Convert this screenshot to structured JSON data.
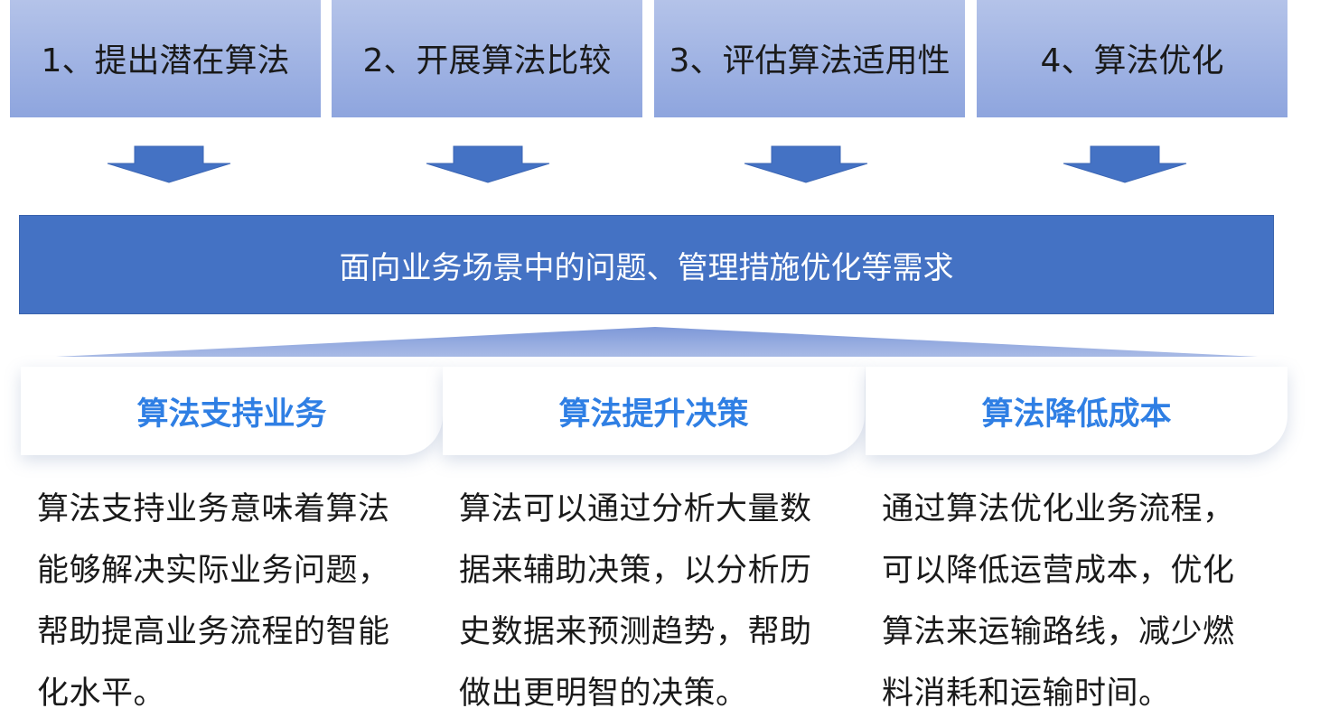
{
  "steps": [
    {
      "label": "1、提出潜在算法"
    },
    {
      "label": "2、开展算法比较"
    },
    {
      "label": "3、评估算法适用性"
    },
    {
      "label": "4、算法优化"
    }
  ],
  "banner": {
    "text": "面向业务场景中的问题、管理措施优化等需求"
  },
  "cards": [
    {
      "title": "算法支持业务",
      "lines": [
        "算法支持业务意味着算法",
        "能够解决实际业务问题，",
        "帮助提高业务流程的智能",
        "化水平。"
      ]
    },
    {
      "title": "算法提升决策",
      "lines": [
        "算法可以通过分析大量数",
        "据来辅助决策，以分析历",
        "史数据来预测趋势，帮助",
        "做出更明智的决策。"
      ]
    },
    {
      "title": "算法降低成本",
      "lines": [
        "通过算法优化业务流程，",
        "可以降低运营成本，优化",
        "算法来运输路线，减少燃",
        "料消耗和运输时间。"
      ]
    }
  ],
  "colors": {
    "step_gradient_top": "#b4c3e9",
    "step_gradient_bottom": "#8ea5de",
    "arrow": "#4472c4",
    "banner": "#4472c4",
    "card_title": "#2f7fe4",
    "body_text": "#1a1a1a"
  }
}
